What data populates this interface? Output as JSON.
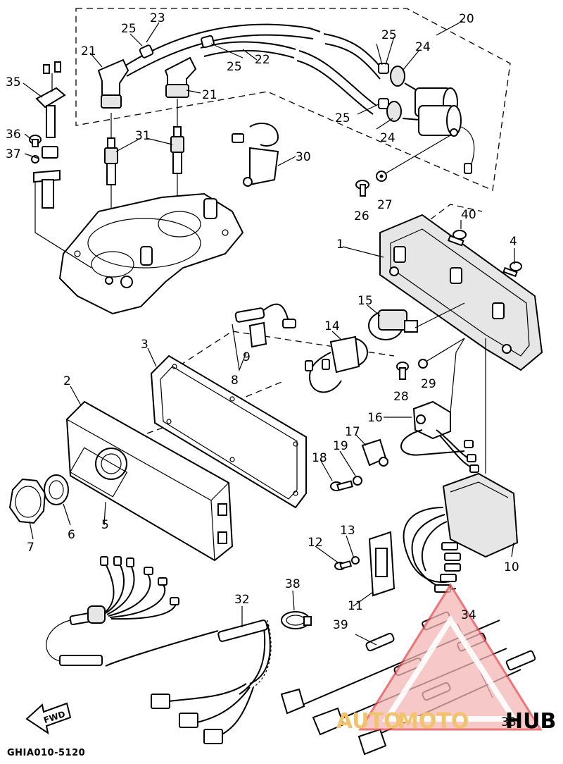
{
  "diagram": {
    "labels": {
      "p1": "1",
      "p2": "2",
      "p3": "3",
      "p4": "4",
      "p5": "5",
      "p6": "6",
      "p7": "7",
      "p8": "8",
      "p9": "9",
      "p10": "10",
      "p11": "11",
      "p12": "12",
      "p13": "13",
      "p14": "14",
      "p15": "15",
      "p16": "16",
      "p17": "17",
      "p18": "18",
      "p19": "19",
      "p20": "20",
      "p21a": "21",
      "p21b": "21",
      "p22": "22",
      "p23": "23",
      "p24a": "24",
      "p24b": "24",
      "p25a": "25",
      "p25b": "25",
      "p25c": "25",
      "p25d": "25",
      "p26": "26",
      "p27": "27",
      "p28": "28",
      "p29": "29",
      "p30": "30",
      "p31": "31",
      "p32": "32",
      "p33": "33",
      "p34": "34",
      "p35": "35",
      "p36": "36",
      "p37": "37",
      "p38": "38",
      "p39": "39",
      "p40": "40"
    },
    "drawing_code": "GHIA010-5120",
    "fwd_label": "FWD",
    "watermark": {
      "text_a": "AUTO",
      "text_b": "MOTO",
      "text_c": "HUB",
      "color": "#e8474b",
      "color_light": "#f5b6b6",
      "color_gold": "#f2c36b"
    }
  }
}
